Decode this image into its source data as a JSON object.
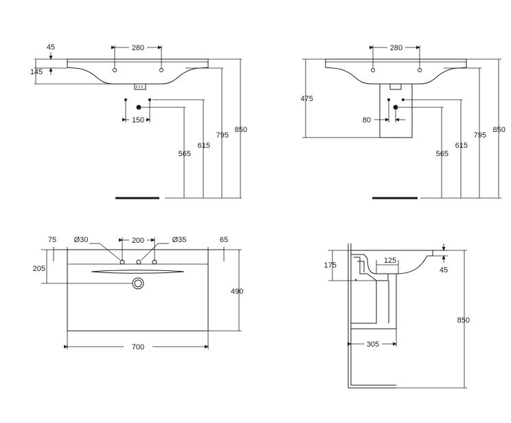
{
  "views": {
    "front_wall_hung": {
      "tap_spacing": "280",
      "top_thickness": "45",
      "bowl_height": "145",
      "waste_spacing": "150",
      "height_565": "565",
      "height_615": "615",
      "height_795": "795",
      "height_850": "850"
    },
    "front_pedestal": {
      "tap_spacing": "280",
      "pedestal_height": "475",
      "offset_80": "80",
      "height_565": "565",
      "height_615": "615",
      "height_795": "795",
      "height_850": "850"
    },
    "plan": {
      "edge_75": "75",
      "hole_30": "Ø30",
      "spacing_200": "200",
      "hole_35": "Ø35",
      "edge_65": "65",
      "depth_205": "205",
      "depth_490": "490",
      "width_700": "700"
    },
    "side": {
      "height_175": "175",
      "offset_125": "125",
      "rim_45": "45",
      "height_850": "850",
      "depth_305": "305"
    }
  }
}
